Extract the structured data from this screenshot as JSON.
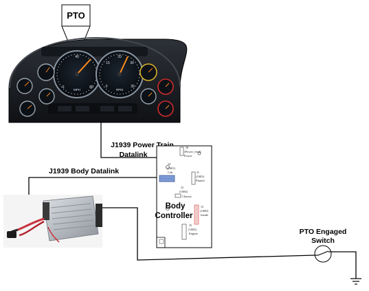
{
  "callout": {
    "label": "PTO"
  },
  "cluster": {
    "speedometer_unit": "MPH",
    "tachometer_unit": "RPM",
    "speedometer_ticks": [
      "0",
      "40",
      "80"
    ],
    "tachometer_ticks": [
      "0",
      "15",
      "20",
      "30",
      "35"
    ]
  },
  "links": {
    "power_train_line1": "J1939 Power Train",
    "power_train_line2": "Datalink",
    "body_datalink": "J1939 Body Datalink"
  },
  "controller": {
    "title_line1": "Body",
    "title_line2": "Controller",
    "connectors": [
      {
        "id": "J6",
        "line1": "(Power_feed)",
        "line2": "Power"
      },
      {
        "id": "J4",
        "line1": "(1601)",
        "line2": "Cab"
      },
      {
        "id": "J1",
        "line1": "(1603)",
        "line2": "Pinned"
      },
      {
        "id": "J2",
        "line1": "(1604)",
        "line2": "Chassis"
      },
      {
        "id": "J3",
        "line1": "(1600)",
        "line2": "Inside"
      },
      {
        "id": "J5",
        "line1": "(1602)",
        "line2": "Engine"
      }
    ]
  },
  "switch": {
    "line1": "PTO Engaged",
    "line2": "Switch"
  },
  "colors": {
    "cluster_body": "#1c1f24",
    "gauge_face": "#0c1117",
    "needle": "#ff8a1c",
    "warning_red": "#d22b2b",
    "connector_blue": "#7f9bd8",
    "connector_red": "#e06c6c",
    "wire": "#000000"
  }
}
